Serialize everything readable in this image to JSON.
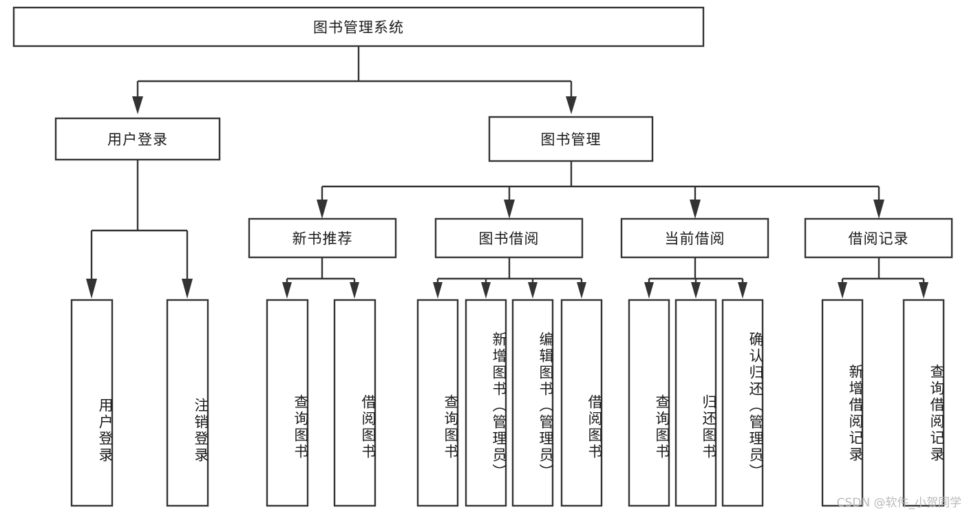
{
  "diagram": {
    "title": "图书管理系统",
    "type": "tree",
    "watermark": "CSDN @软件_小贺同学",
    "colors": {
      "box_stroke": "#333333",
      "box_fill": "#ffffff",
      "edge": "#333333",
      "text": "#1a1a1a",
      "watermark": "#b9b9b9",
      "background": "#ffffff"
    },
    "nodes": {
      "root": {
        "label": "图书管理系统",
        "level": 0,
        "orientation": "horizontal"
      },
      "l1": [
        {
          "id": "user-login",
          "label": "用户登录",
          "orientation": "horizontal"
        },
        {
          "id": "book-manage",
          "label": "图书管理",
          "orientation": "horizontal"
        }
      ],
      "l2": [
        {
          "id": "new-book-recommend",
          "label": "新书推荐",
          "orientation": "horizontal",
          "parent": "book-manage"
        },
        {
          "id": "book-borrow",
          "label": "图书借阅",
          "orientation": "horizontal",
          "parent": "book-manage"
        },
        {
          "id": "current-borrow",
          "label": "当前借阅",
          "orientation": "horizontal",
          "parent": "book-manage"
        },
        {
          "id": "borrow-record",
          "label": "借阅记录",
          "orientation": "horizontal",
          "parent": "book-manage"
        }
      ],
      "leaves": [
        {
          "id": "leaf-user-login",
          "label": "用户登录",
          "orientation": "vertical",
          "parent": "user-login"
        },
        {
          "id": "leaf-logout-login",
          "label": "注销登录",
          "orientation": "vertical",
          "parent": "user-login"
        },
        {
          "id": "leaf-query-book-1",
          "label": "查询图书",
          "orientation": "vertical",
          "parent": "new-book-recommend"
        },
        {
          "id": "leaf-borrow-book-1",
          "label": "借阅图书",
          "orientation": "vertical",
          "parent": "new-book-recommend"
        },
        {
          "id": "leaf-query-book-2",
          "label": "查询图书",
          "orientation": "vertical",
          "parent": "book-borrow"
        },
        {
          "id": "leaf-add-book",
          "label": "新增图书（管理员）",
          "orientation": "vertical",
          "parent": "book-borrow"
        },
        {
          "id": "leaf-edit-book",
          "label": "编辑图书（管理员）",
          "orientation": "vertical",
          "parent": "book-borrow"
        },
        {
          "id": "leaf-borrow-book-2",
          "label": "借阅图书",
          "orientation": "vertical",
          "parent": "book-borrow"
        },
        {
          "id": "leaf-query-book-3",
          "label": "查询图书",
          "orientation": "vertical",
          "parent": "current-borrow"
        },
        {
          "id": "leaf-return-book",
          "label": "归还图书",
          "orientation": "vertical",
          "parent": "current-borrow"
        },
        {
          "id": "leaf-confirm-return",
          "label": "确认归还（管理员）",
          "orientation": "vertical",
          "parent": "current-borrow"
        },
        {
          "id": "leaf-add-record",
          "label": "新增借阅记录",
          "orientation": "vertical",
          "parent": "borrow-record"
        },
        {
          "id": "leaf-query-record",
          "label": "查询借阅记录",
          "orientation": "vertical",
          "parent": "borrow-record"
        }
      ]
    }
  }
}
